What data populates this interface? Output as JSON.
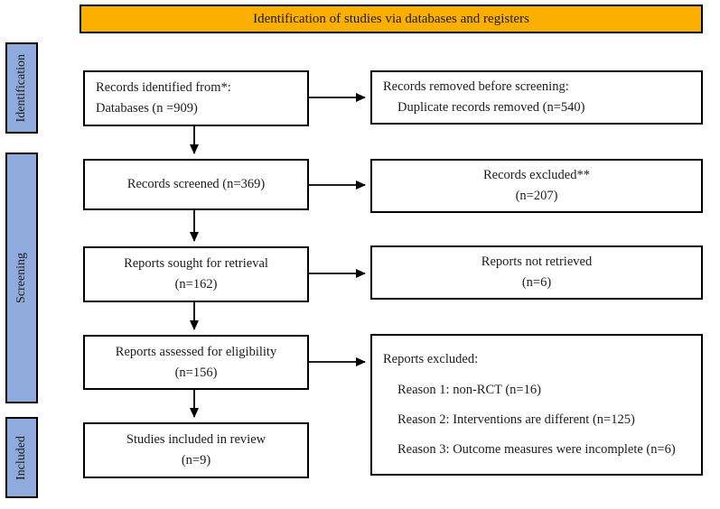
{
  "banner": {
    "label": "Identification of studies via databases and registers"
  },
  "sidebar": {
    "items": [
      {
        "label": "Identification"
      },
      {
        "label": "Screening"
      },
      {
        "label": "Included"
      }
    ]
  },
  "flow": {
    "left_boxes": [
      {
        "lines": [
          "Records identified from*:",
          "Databases (n =909)"
        ]
      },
      {
        "lines": [
          "Records screened (n=369)"
        ]
      },
      {
        "lines": [
          "Reports sought for retrieval",
          "(n=162)"
        ]
      },
      {
        "lines": [
          "Reports assessed for eligibility",
          "(n=156)"
        ]
      },
      {
        "lines": [
          "Studies included in review",
          "(n=9)"
        ]
      }
    ],
    "right_boxes": [
      {
        "lines": [
          "Records removed before screening:",
          "Duplicate records removed (n=540)"
        ]
      },
      {
        "lines": [
          "Records excluded**",
          "(n=207)"
        ]
      },
      {
        "lines": [
          "Reports not retrieved",
          "(n=6)"
        ]
      },
      {
        "lines": [
          "Reports excluded:",
          "Reason 1: non-RCT (n=16)",
          "Reason 2: Interventions are different (n=125)",
          "Reason 3: Outcome measures were incomplete (n=6)"
        ]
      }
    ]
  },
  "colors": {
    "banner_bg": "#FBAF00",
    "sidebar_bg": "#8FAADC",
    "border": "#000000",
    "text": "#1c1c1c"
  }
}
